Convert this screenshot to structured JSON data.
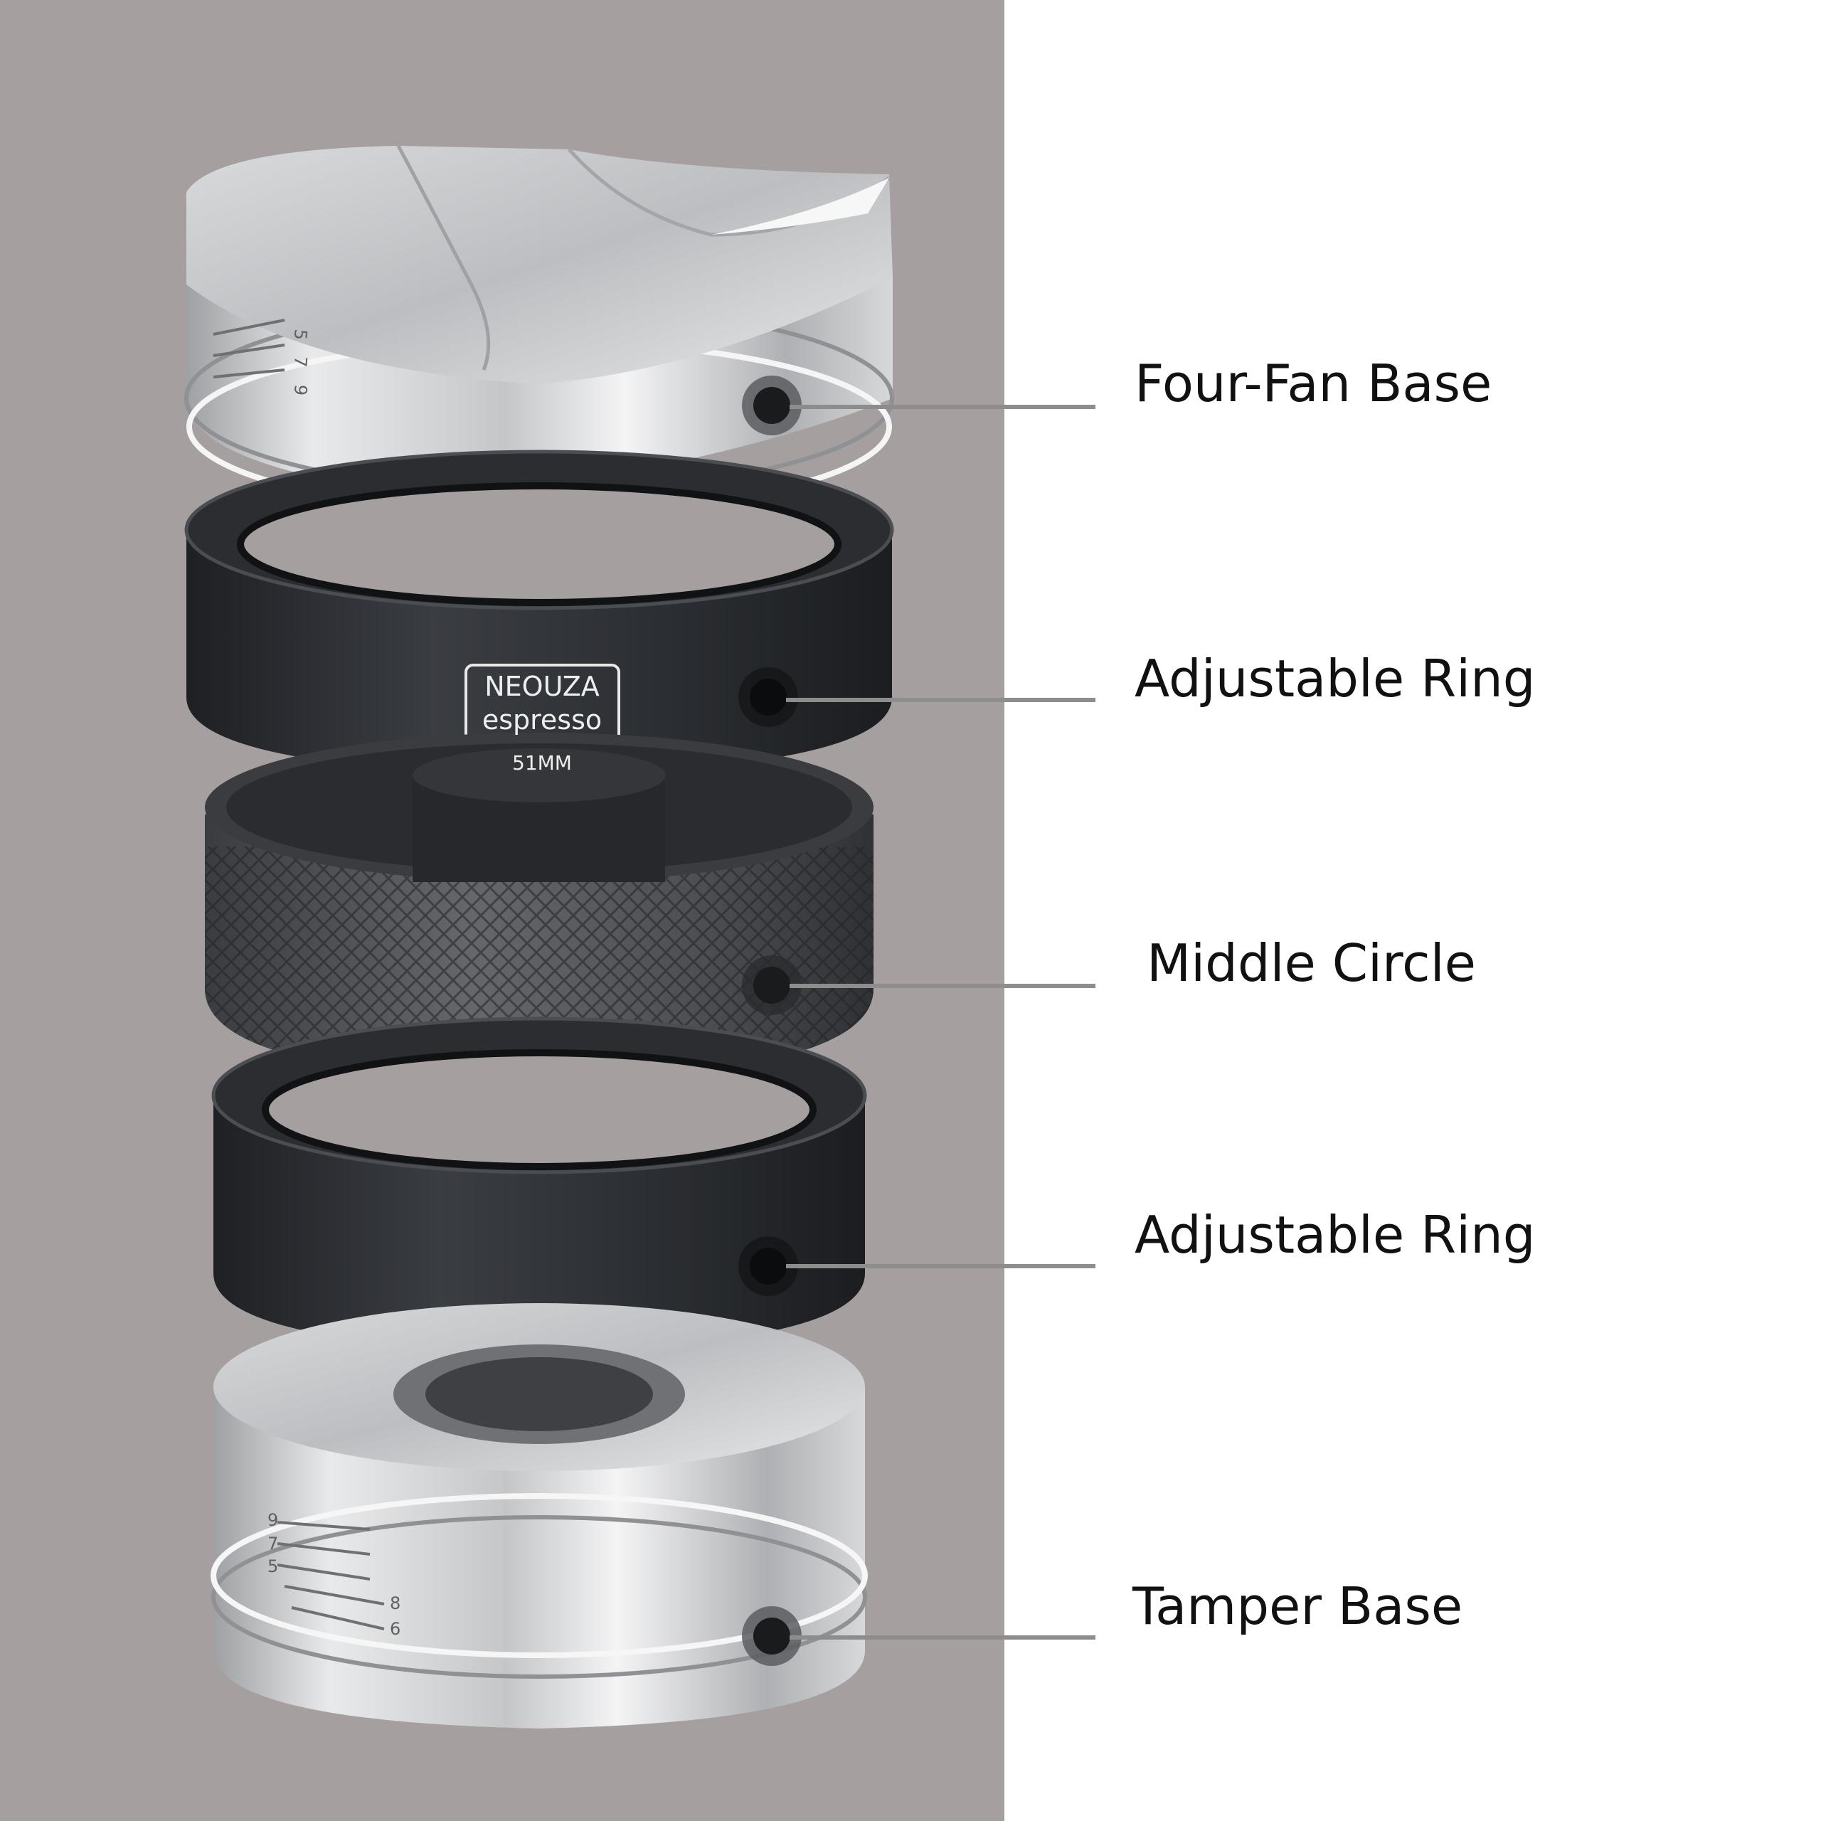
{
  "colors": {
    "left_background": "#a69f9f",
    "right_background": "#ffffff",
    "steel": "#cfd0d2",
    "black_ring": "#2a2c30",
    "knurled": "#4a4c50",
    "leader_line": "#8d8d8d",
    "label_text": "#111111"
  },
  "product": {
    "brand_line1": "NEOUZA",
    "brand_line2": "espresso",
    "size": "51MM",
    "top_scale_marks": [
      "5",
      "7",
      "9"
    ],
    "bottom_scale_marks": [
      "9",
      "7",
      "5",
      "8",
      "6"
    ]
  },
  "labels": [
    {
      "id": "four-fan-base",
      "text": "Four-Fan Base"
    },
    {
      "id": "adjustable-ring-1",
      "text": "Adjustable Ring"
    },
    {
      "id": "middle-circle",
      "text": "Middle Circle"
    },
    {
      "id": "adjustable-ring-2",
      "text": "Adjustable Ring"
    },
    {
      "id": "tamper-base",
      "text": "Tamper Base"
    }
  ]
}
